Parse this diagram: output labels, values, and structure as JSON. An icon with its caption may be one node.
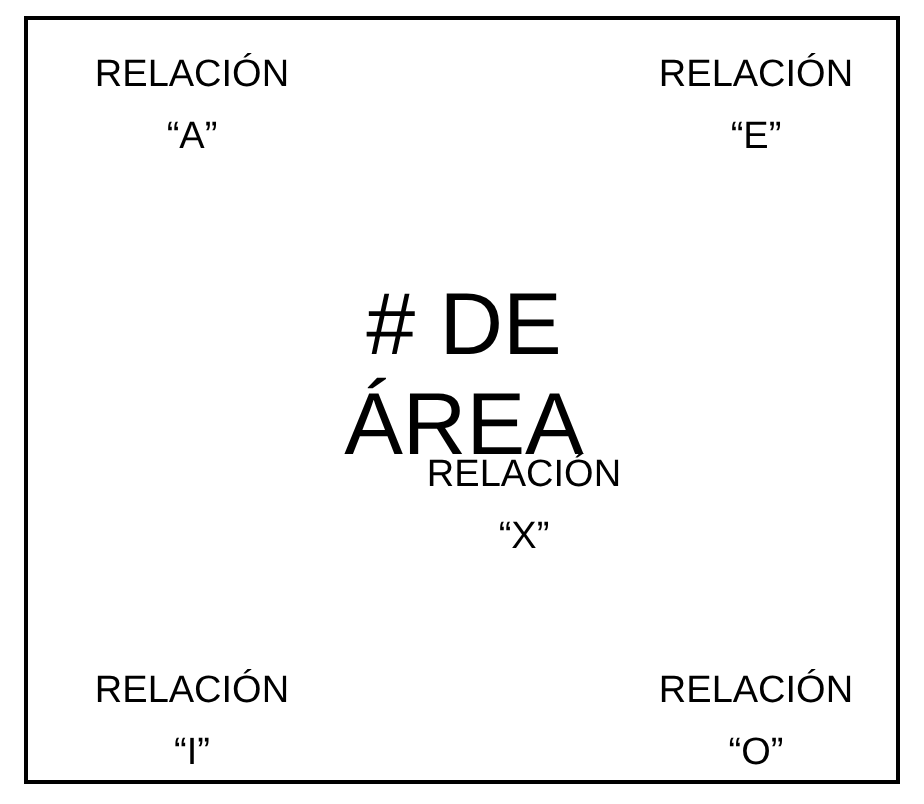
{
  "diagram": {
    "nodes": [
      {
        "text": [
          "RELACIÓN “A”",
          "RELACIÓN “E”",
          "# DE ÁREA",
          "RELACIÓN “X”",
          "RELACIÓN “I”",
          "RELACIÓN “O”"
        ]
      }
    ]
  }
}
